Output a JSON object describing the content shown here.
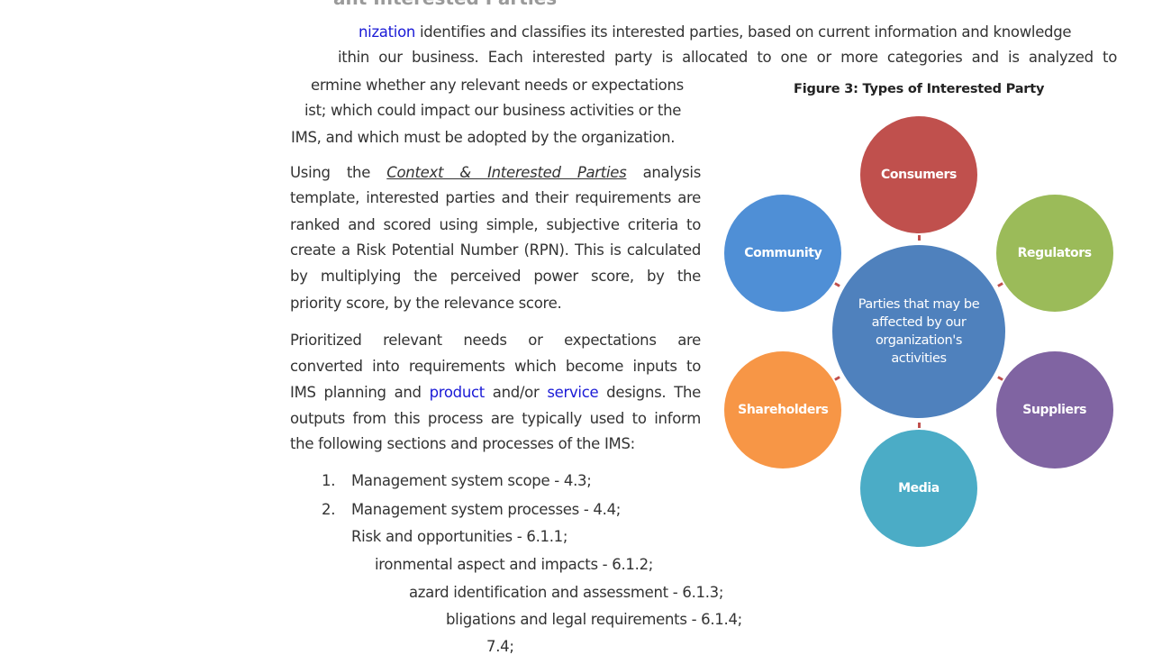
{
  "heading": "ant Interested Parties",
  "intro": {
    "line1_link": "nization",
    "line1_rest": " identifies and classifies its interested parties, based on current information and knowledge",
    "line2": "ithin our business. Each interested party is allocated to one or more categories and is analyzed to",
    "line3": "ermine whether any relevant needs or expectations",
    "line4": "ist; which could impact our business activities or the",
    "line5": "IMS, and which must be adopted by the organization."
  },
  "para2": {
    "l1_a": "Using the",
    "l1_link": "Context & Interested Parties",
    "l1_b": "analysis",
    "l2": "template, interested parties and their requirements are",
    "l3": "ranked and scored using simple, subjective criteria to",
    "l4": "create a Risk Potential Number (RPN). This is calculated",
    "l5": "by multiplying the perceived power score, by the",
    "l6": "priority score, by the relevance score."
  },
  "para3": {
    "l1": "Prioritized relevant needs or expectations are",
    "l2": "converted into requirements which become inputs to",
    "l3_a": "IMS planning and ",
    "l3_product": "product",
    "l3_b": " and/or ",
    "l3_service": "service",
    "l3_c": " designs. The",
    "l4": "outputs from this process are typically used to inform",
    "l5": "the following sections and processes of the IMS:"
  },
  "list": [
    {
      "num": "1.",
      "text": "Management system scope - 4.3;"
    },
    {
      "num": "2.",
      "text": "Management system processes - 4.4;"
    },
    {
      "num": "",
      "text": "Risk and opportunities - 6.1.1;"
    },
    {
      "num": "",
      "text": "ironmental aspect and impacts - 6.1.2;"
    },
    {
      "num": "",
      "text": "azard identification and assessment - 6.1.3;"
    },
    {
      "num": "",
      "text": "bligations and legal requirements - 6.1.4;"
    },
    {
      "num": "",
      "text": "7.4;"
    }
  ],
  "figure": {
    "title": "Figure 3: Types of Interested Party",
    "center": "Parties that may be affected by our organization's activities",
    "nodes": [
      {
        "label": "Consumers",
        "color": "#c0504d"
      },
      {
        "label": "Regulators",
        "color": "#9bbb59"
      },
      {
        "label": "Suppliers",
        "color": "#8064a2"
      },
      {
        "label": "Media",
        "color": "#4bacc6"
      },
      {
        "label": "Shareholders",
        "color": "#f79646"
      },
      {
        "label": "Community",
        "color": "#4f8fd6"
      }
    ],
    "center_color": "#4f81bd"
  }
}
